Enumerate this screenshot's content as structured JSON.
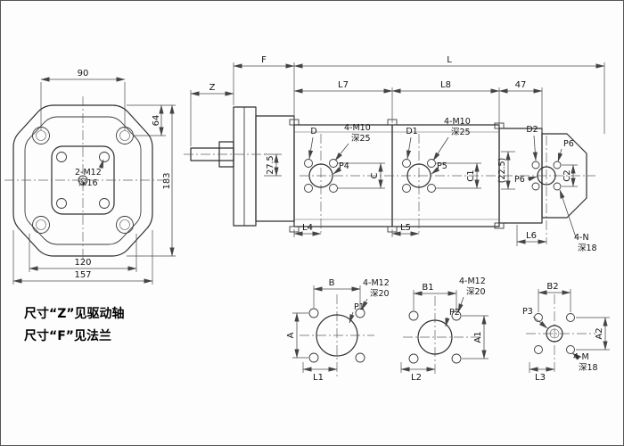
{
  "notes": {
    "note_z": "尺寸“Z”见驱动轴",
    "note_f": "尺寸“F”见法兰"
  },
  "front_view": {
    "dim_90": "90",
    "dim_64": "64",
    "dim_183": "183",
    "dim_120": "120",
    "dim_157": "157",
    "thread": "2-M12",
    "thread_depth": "深16"
  },
  "side_view": {
    "dim_f": "F",
    "dim_l": "L",
    "dim_z": "Z",
    "dim_l7": "L7",
    "dim_l8": "L8",
    "dim_47": "47",
    "dim_27_5": "27.5",
    "dim_22_5": "(22.5)",
    "hole_d": "D",
    "hole_d1": "D1",
    "hole_d2": "D2",
    "thread1": "4-M10",
    "thread1_depth": "深25",
    "thread2": "4-M10",
    "thread2_depth": "深25",
    "port_p4": "P4",
    "port_p5": "P5",
    "port_p6_top": "P6",
    "port_p6_left": "P6",
    "dim_c": "C",
    "dim_c1": "C1",
    "dim_c2": "C2",
    "dim_l4": "L4",
    "dim_l5": "L5",
    "dim_l6": "L6",
    "thread_n": "4-N",
    "thread_n_depth": "深18"
  },
  "port_views": [
    {
      "dim_b": "B",
      "thread": "4-M12",
      "thread_depth": "深20",
      "port": "P1",
      "dim_a": "A",
      "dim_l": "L1"
    },
    {
      "dim_b": "B1",
      "thread": "4-M12",
      "thread_depth": "深20",
      "port": "P2",
      "dim_a": "A1",
      "dim_l": "L2"
    },
    {
      "dim_b": "B2",
      "thread": "4-M",
      "thread_depth": "深18",
      "port": "P3",
      "dim_a": "A2",
      "dim_l": "L3"
    }
  ]
}
